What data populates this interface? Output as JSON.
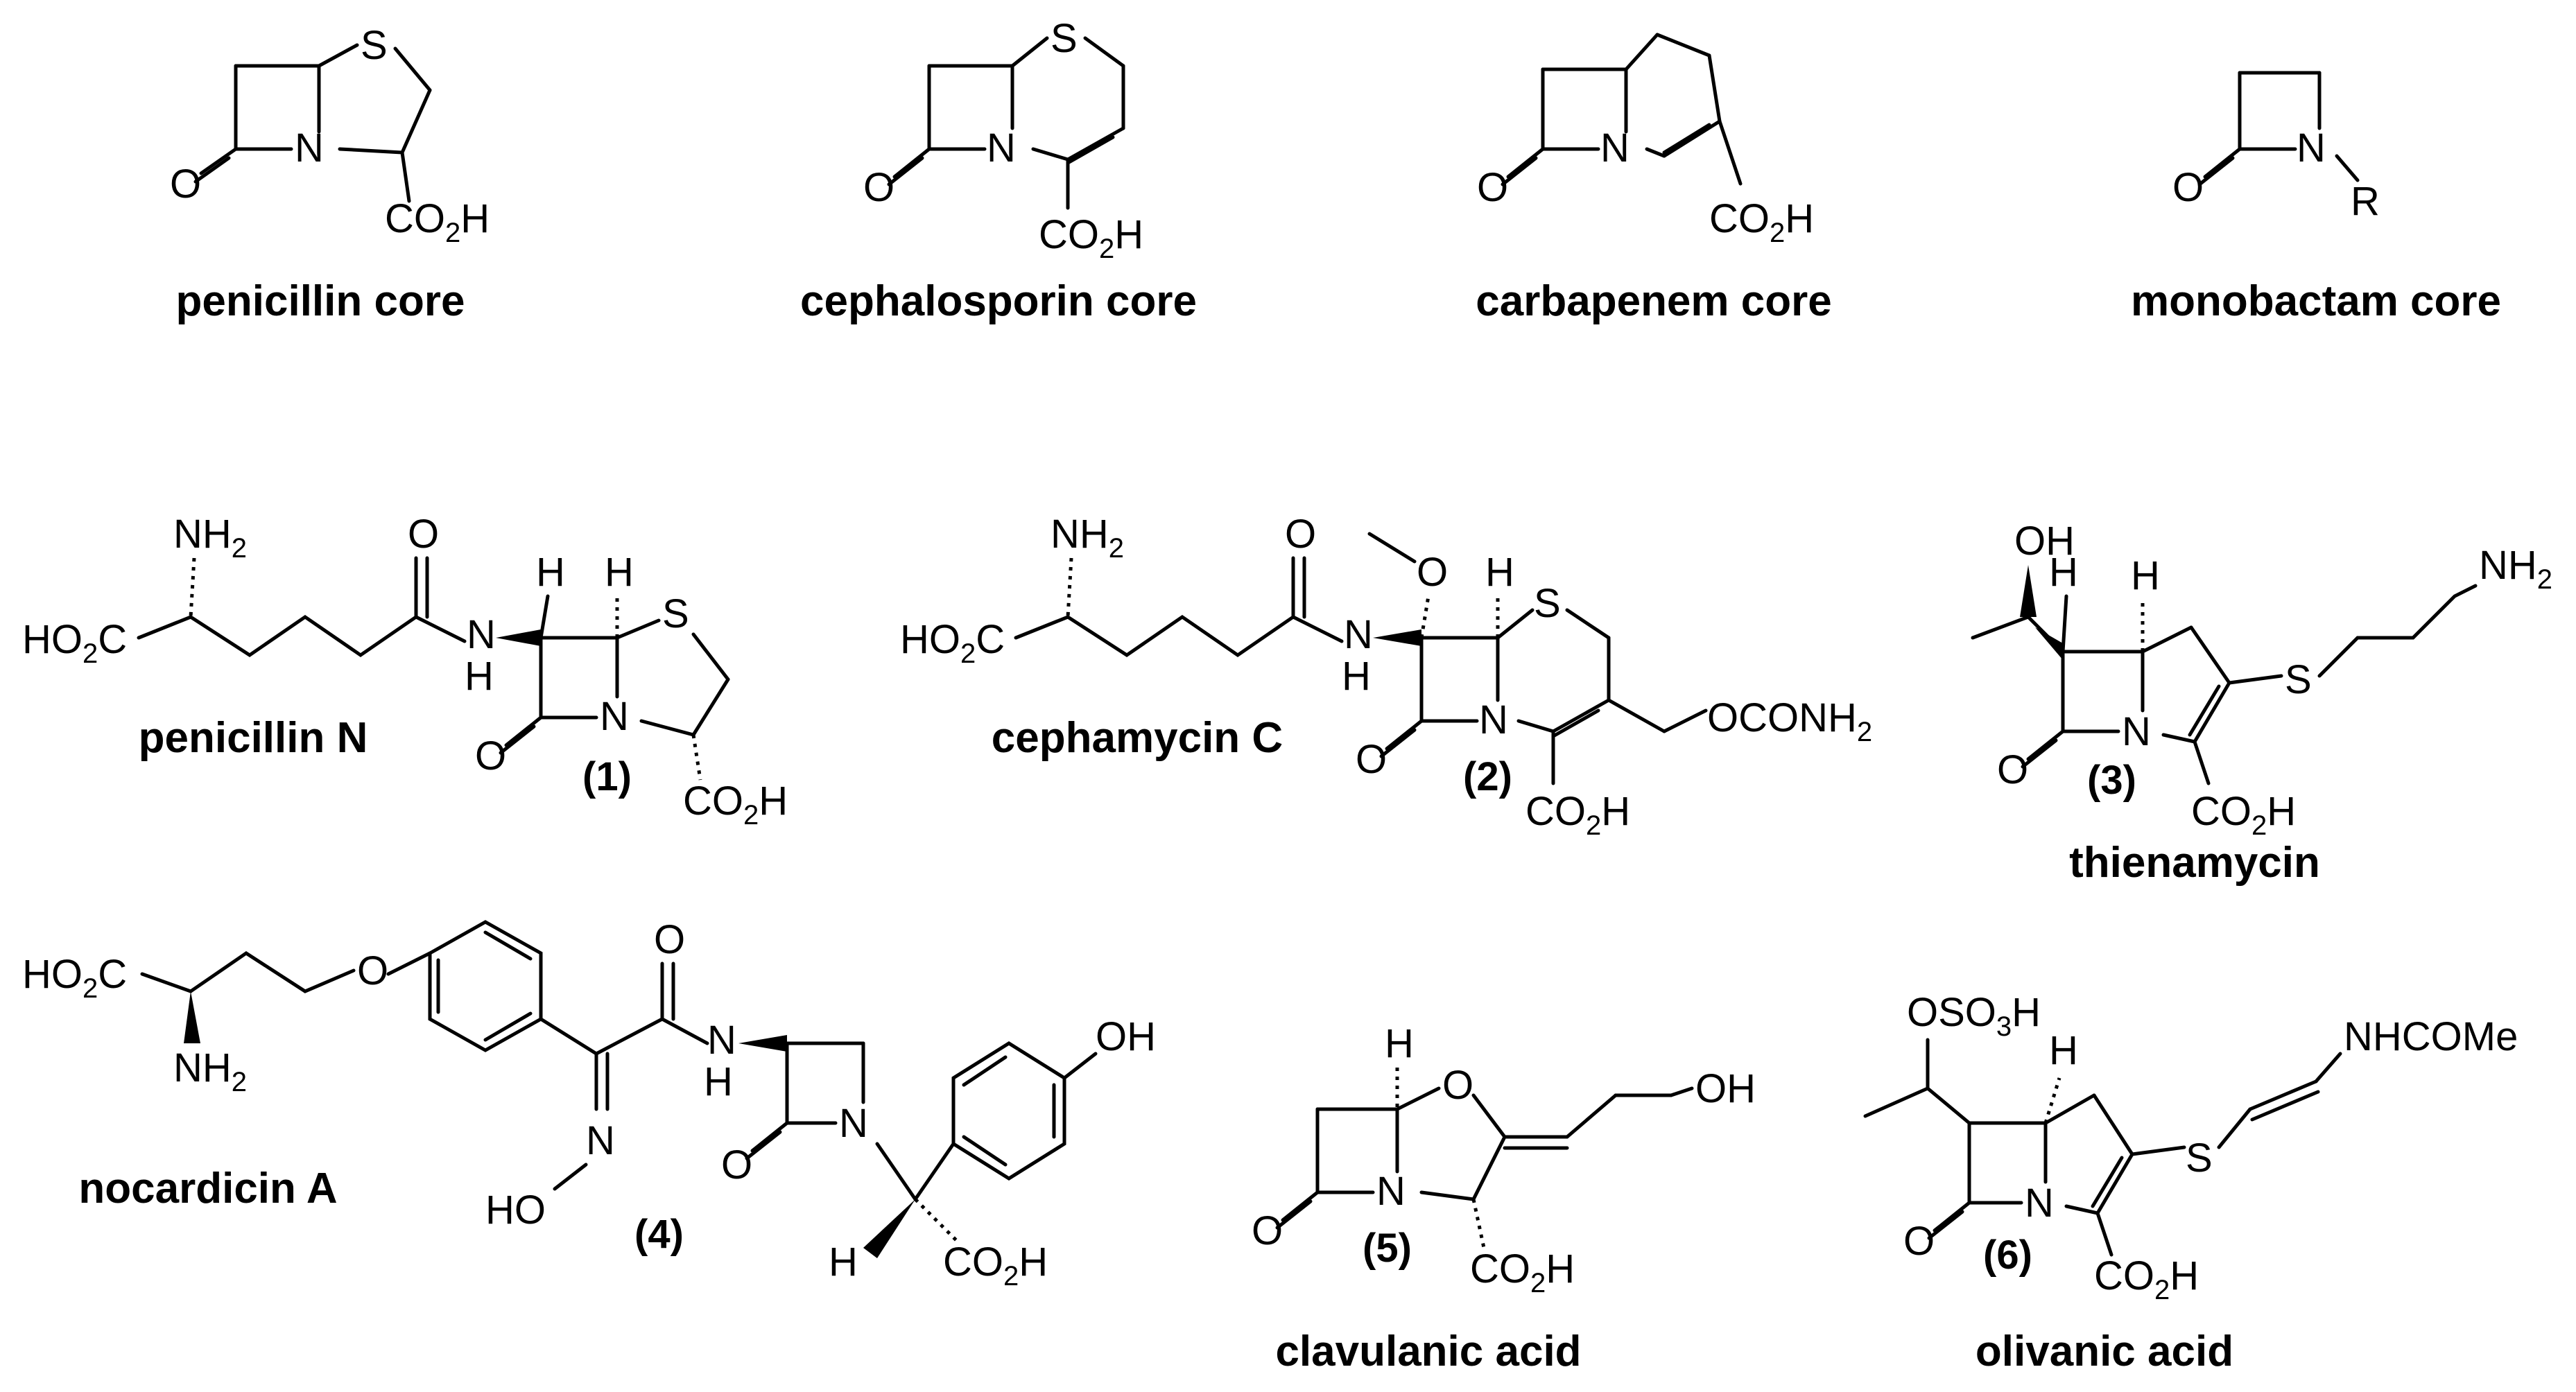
{
  "diagram_title": "",
  "structures": {
    "penicillin_core": {
      "caption": "penicillin core",
      "labels": {
        "S": "S",
        "N": "N",
        "O": "O",
        "acid": "CO",
        "acid_sub": "2",
        "acid_h": "H"
      }
    },
    "cephalosporin_core": {
      "caption": "cephalosporin core",
      "labels": {
        "S": "S",
        "N": "N",
        "O": "O",
        "acid": "CO",
        "acid_sub": "2",
        "acid_h": "H"
      }
    },
    "carbapenem_core": {
      "caption": "carbapenem core",
      "labels": {
        "N": "N",
        "O": "O",
        "acid": "CO",
        "acid_sub": "2",
        "acid_h": "H"
      }
    },
    "monobactam_core": {
      "caption": "monobactam core",
      "labels": {
        "N": "N",
        "O": "O",
        "R": "R"
      }
    },
    "penicillin_n": {
      "caption": "penicillin N",
      "number": "(1)",
      "labels": {
        "nh2": "NH",
        "nh2_sub": "2",
        "ho2c": "HO",
        "ho2c_sub": "2",
        "ho2c_c": "C",
        "O_amide": "O",
        "NH_N": "N",
        "NH_H": "H",
        "H1": "H",
        "H2": "H",
        "S": "S",
        "N": "N",
        "O": "O",
        "acid": "CO",
        "acid_sub": "2",
        "acid_h": "H"
      }
    },
    "cephamycin_c": {
      "caption": "cephamycin C",
      "number": "(2)",
      "labels": {
        "nh2": "NH",
        "nh2_sub": "2",
        "ho2c": "HO",
        "ho2c_sub": "2",
        "ho2c_c": "C",
        "O_amide": "O",
        "NH_N": "N",
        "NH_H": "H",
        "O_methoxy": "O",
        "H1": "H",
        "S": "S",
        "N": "N",
        "O": "O",
        "oconh2": "OCONH",
        "oconh2_sub": "2",
        "acid": "CO",
        "acid_sub": "2",
        "acid_h": "H"
      }
    },
    "thienamycin": {
      "caption": "thienamycin",
      "number": "(3)",
      "labels": {
        "OH": "OH",
        "H1": "H",
        "H2": "H",
        "N": "N",
        "O": "O",
        "S": "S",
        "nh2": "NH",
        "nh2_sub": "2",
        "acid": "CO",
        "acid_sub": "2",
        "acid_h": "H"
      }
    },
    "nocardicin_a": {
      "caption": "nocardicin A",
      "number": "(4)",
      "labels": {
        "ho2c": "HO",
        "ho2c_sub": "2",
        "ho2c_c": "C",
        "nh2": "NH",
        "nh2_sub": "2",
        "O_ether": "O",
        "O_amide": "O",
        "NH_N": "N",
        "NH_H": "H",
        "N_oxime": "N",
        "HO_oxime": "HO",
        "N": "N",
        "O": "O",
        "OH": "OH",
        "H": "H",
        "acid": "CO",
        "acid_sub": "2",
        "acid_h": "H"
      }
    },
    "clavulanic_acid": {
      "caption": "clavulanic acid",
      "number": "(5)",
      "labels": {
        "H": "H",
        "O_ring": "O",
        "OH": "OH",
        "N": "N",
        "O": "O",
        "acid": "CO",
        "acid_sub": "2",
        "acid_h": "H"
      }
    },
    "olivanic_acid": {
      "caption": "olivanic acid",
      "number": "(6)",
      "labels": {
        "oso3h": "OSO",
        "oso3h_sub": "3",
        "oso3h_h": "H",
        "H": "H",
        "nhcome": "NHCOMe",
        "S": "S",
        "N": "N",
        "O": "O",
        "acid": "CO",
        "acid_sub": "2",
        "acid_h": "H"
      }
    }
  }
}
